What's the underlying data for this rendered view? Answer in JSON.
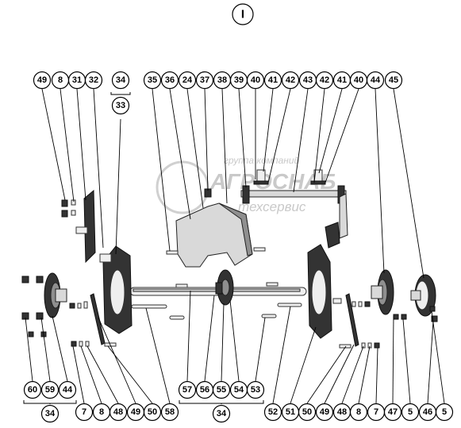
{
  "title": "I",
  "watermark": {
    "line1": "группа компаний",
    "line2": "АГРОСНАБ",
    "line3": "техсервис"
  },
  "labels": {
    "top_row": [
      "49",
      "8",
      "31",
      "32",
      "34",
      "35",
      "36",
      "24",
      "37",
      "38",
      "39",
      "40",
      "41",
      "42",
      "43",
      "42",
      "41",
      "40",
      "44",
      "45"
    ],
    "top_sub": "33",
    "bottom_left": [
      "60",
      "59",
      "44"
    ],
    "bottom_left_group": "34",
    "bottom_row_left": [
      "7",
      "8",
      "48",
      "49",
      "50",
      "58"
    ],
    "bottom_center": [
      "57",
      "56",
      "55",
      "54",
      "53"
    ],
    "bottom_center_group": "34",
    "bottom_row_right": [
      "52",
      "51",
      "50",
      "49",
      "48",
      "8",
      "7",
      "47",
      "5",
      "46",
      "5"
    ]
  }
}
